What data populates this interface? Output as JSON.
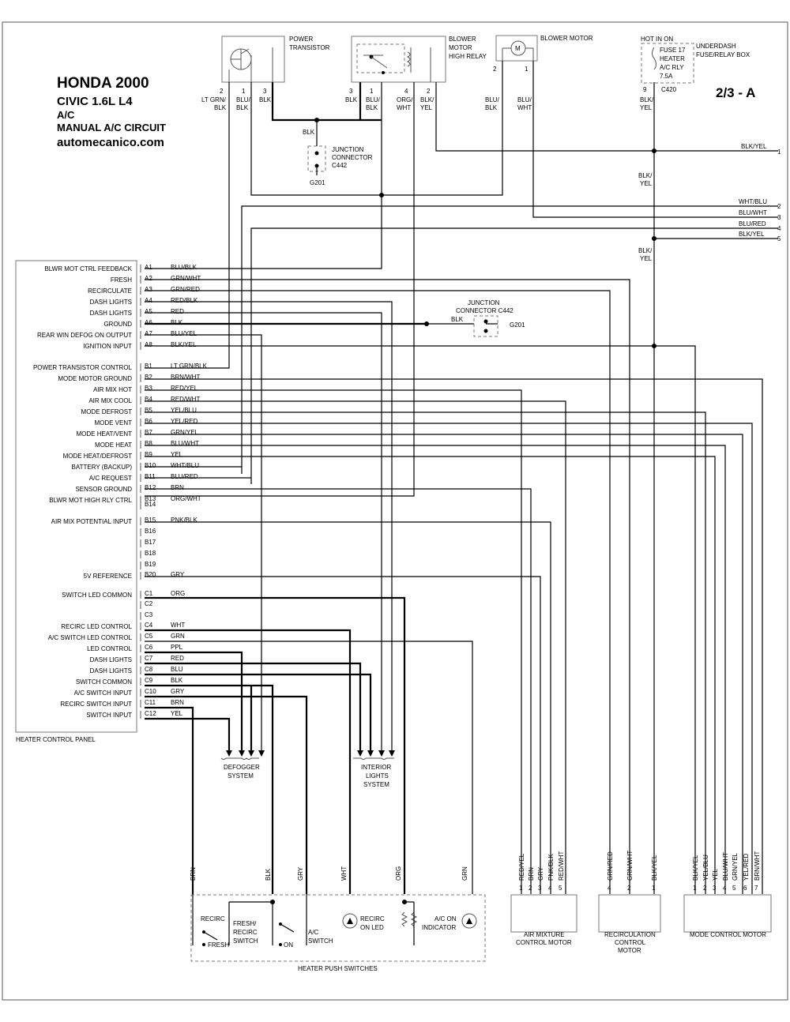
{
  "title": {
    "make": "HONDA 2000",
    "model": "CIVIC  1.6L  L4",
    "system": "A/C",
    "circuit": "MANUAL A/C CIRCUIT",
    "site": "automecanico.com",
    "page": "2/3 - A"
  },
  "top": {
    "power_transistor": {
      "label1": "POWER",
      "label2": "TRANSISTOR",
      "pins": [
        "2",
        "1",
        "3"
      ],
      "wires": [
        [
          "LT GRN/",
          "BLK"
        ],
        [
          "BLU/",
          "BLK"
        ],
        [
          "BLK",
          ""
        ]
      ]
    },
    "high_relay": {
      "label1": "BLOWER",
      "label2": "MOTOR",
      "label3": "HIGH RELAY",
      "pins": [
        "3",
        "1",
        "4",
        "2"
      ],
      "wires": [
        [
          "BLK",
          ""
        ],
        [
          "BLU/",
          "BLK"
        ],
        [
          "ORG/",
          "WHT"
        ],
        [
          "BLK/",
          "YEL"
        ]
      ]
    },
    "blower_motor": {
      "label": "BLOWER MOTOR",
      "symbol": "M",
      "pins": [
        "2",
        "1"
      ],
      "wires": [
        [
          "BLU/",
          "BLK"
        ],
        [
          "BLU/",
          "WHT"
        ]
      ]
    },
    "fuse": {
      "hot": "HOT IN ON",
      "l1": "FUSE 17",
      "l2": "HEATER",
      "l3": "A/C RLY",
      "l4": "7.5A",
      "box1": "UNDERDASH",
      "box2": "FUSE/RELAY BOX",
      "pin": "9",
      "conn": "C420",
      "wire": [
        "BLK/",
        "YEL"
      ]
    },
    "junction_top": {
      "wire": "BLK",
      "l1": "JUNCTION",
      "l2": "CONNECTOR",
      "l3": "C442",
      "ground": "G201"
    },
    "mid_wire": [
      "BLK/",
      "YEL"
    ],
    "lower_wire": [
      "BLK/",
      "YEL"
    ]
  },
  "right_leads": [
    {
      "label": "BLK/YEL",
      "num": "1"
    },
    {
      "label": "WHT/BLU",
      "num": "2"
    },
    {
      "label": "BLU/WHT",
      "num": "3"
    },
    {
      "label": "BLU/RED",
      "num": "4"
    },
    {
      "label": "BLK/YEL",
      "num": "5"
    }
  ],
  "panel": {
    "name": "HEATER CONTROL PANEL",
    "pins": [
      {
        "label": "BLWR MOT CTRL FEEDBACK",
        "pin": "A1",
        "wire": "BLU/BLK"
      },
      {
        "label": "FRESH",
        "pin": "A2",
        "wire": "GRN/WHT"
      },
      {
        "label": "RECIRCULATE",
        "pin": "A3",
        "wire": "GRN/RED"
      },
      {
        "label": "DASH LIGHTS",
        "pin": "A4",
        "wire": "RED/BLK"
      },
      {
        "label": "DASH LIGHTS",
        "pin": "A5",
        "wire": "RED"
      },
      {
        "label": "GROUND",
        "pin": "A6",
        "wire": "BLK"
      },
      {
        "label": "REAR WIN DEFOG ON OUTPUT",
        "pin": "A7",
        "wire": "BLU/YEL"
      },
      {
        "label": "IGNITION INPUT",
        "pin": "A8",
        "wire": "BLK/YEL"
      },
      {
        "label": "POWER TRANSISTOR CONTROL",
        "pin": "B1",
        "wire": "LT GRN/BLK"
      },
      {
        "label": "MODE MOTOR GROUND",
        "pin": "B2",
        "wire": "BRN/WHT"
      },
      {
        "label": "AIR MIX HOT",
        "pin": "B3",
        "wire": "RED/YEL"
      },
      {
        "label": "AIR MIX COOL",
        "pin": "B4",
        "wire": "RED/WHT"
      },
      {
        "label": "MODE DEFROST",
        "pin": "B5",
        "wire": "YEL/BLU"
      },
      {
        "label": "MODE VENT",
        "pin": "B6",
        "wire": "YEL/RED"
      },
      {
        "label": "MODE HEAT/VENT",
        "pin": "B7",
        "wire": "GRN/YEL"
      },
      {
        "label": "MODE HEAT",
        "pin": "B8",
        "wire": "BLU/WHT"
      },
      {
        "label": "MODE HEAT/DEFROST",
        "pin": "B9",
        "wire": "YEL"
      },
      {
        "label": "BATTERY (BACKUP)",
        "pin": "B10",
        "wire": "WHT/BLU"
      },
      {
        "label": "A/C REQUEST",
        "pin": "B11",
        "wire": "BLU/RED"
      },
      {
        "label": "SENSOR GROUND",
        "pin": "B12",
        "wire": "BRN"
      },
      {
        "label": "BLWR MOT HIGH RLY CTRL",
        "pin": "B13",
        "wire": "ORG/WHT"
      },
      {
        "label": "",
        "pin": "B14",
        "wire": ""
      },
      {
        "label": "AIR MIX POTENTIAL INPUT",
        "pin": "B15",
        "wire": "PNK/BLK"
      },
      {
        "label": "",
        "pin": "B16",
        "wire": ""
      },
      {
        "label": "",
        "pin": "B17",
        "wire": ""
      },
      {
        "label": "",
        "pin": "B18",
        "wire": ""
      },
      {
        "label": "",
        "pin": "B19",
        "wire": ""
      },
      {
        "label": "5V REFERENCE",
        "pin": "B20",
        "wire": "GRY"
      },
      {
        "label": "SWITCH LED COMMON",
        "pin": "C1",
        "wire": "ORG"
      },
      {
        "label": "",
        "pin": "C2",
        "wire": ""
      },
      {
        "label": "",
        "pin": "C3",
        "wire": ""
      },
      {
        "label": "RECIRC LED CONTROL",
        "pin": "C4",
        "wire": "WHT"
      },
      {
        "label": "A/C SWITCH LED CONTROL",
        "pin": "C5",
        "wire": "GRN"
      },
      {
        "label": "LED CONTROL",
        "pin": "C6",
        "wire": "PPL"
      },
      {
        "label": "DASH LIGHTS",
        "pin": "C7",
        "wire": "RED"
      },
      {
        "label": "DASH LIGHTS",
        "pin": "C8",
        "wire": "BLU"
      },
      {
        "label": "SWITCH COMMON",
        "pin": "C9",
        "wire": "BLK"
      },
      {
        "label": "A/C SWITCH INPUT",
        "pin": "C10",
        "wire": "GRY"
      },
      {
        "label": "RECIRC SWITCH INPUT",
        "pin": "C11",
        "wire": "BRN"
      },
      {
        "label": "SWITCH INPUT",
        "pin": "C12",
        "wire": "YEL"
      }
    ]
  },
  "junction_mid": {
    "l1": "JUNCTION",
    "l2": "CONNECTOR C442",
    "wire": "BLK",
    "ground": "G201"
  },
  "defogger": {
    "l1": "DEFOGGER",
    "l2": "SYSTEM"
  },
  "interior": {
    "l1": "INTERIOR",
    "l2": "LIGHTS",
    "l3": "SYSTEM"
  },
  "push_switches": {
    "name": "HEATER PUSH SWITCHES",
    "wires": [
      "BRN",
      "BLK",
      "GRY",
      "WHT",
      "ORG",
      "GRN"
    ],
    "recirc": "RECIRC",
    "fresh": "FRESH",
    "fresh_recirc": [
      "FRESH/",
      "RECIRC",
      "SWITCH"
    ],
    "on": "ON",
    "ac_switch": [
      "A/C",
      "SWITCH"
    ],
    "recirc_led": [
      "RECIRC",
      "ON LED"
    ],
    "ac_ind": [
      "A/C ON",
      "INDICATOR"
    ]
  },
  "air_mix_motor": {
    "name": [
      "AIR MIXTURE",
      "CONTROL MOTOR"
    ],
    "pins": [
      "1",
      "2",
      "3",
      "4",
      "5"
    ],
    "wires": [
      "RED/YEL",
      "BRN",
      "GRY",
      "PNK/BLK",
      "RED/WHT"
    ]
  },
  "recirc_motor": {
    "name": [
      "RECIRCULATION",
      "CONTROL",
      "MOTOR"
    ],
    "pins": [
      "4",
      "2",
      "1"
    ],
    "wires": [
      "GRN/RED",
      "GRN/WHT",
      "BLK/YEL"
    ]
  },
  "mode_motor": {
    "name": "MODE CONTROL MOTOR",
    "pins": [
      "1",
      "2",
      "3",
      "4",
      "5",
      "6",
      "7"
    ],
    "wires": [
      "BLK/YEL",
      "YEL/BLU",
      "YEL",
      "BLU/WHT",
      "GRN/YEL",
      "YEL/RED",
      "BRN/WHT"
    ]
  }
}
